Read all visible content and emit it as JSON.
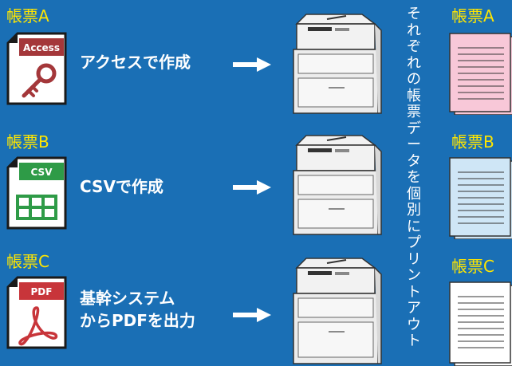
{
  "rows": [
    {
      "label": "帳票A",
      "badge": "Access",
      "action_lines": [
        "アクセスで作成"
      ],
      "icon": "access-key-icon"
    },
    {
      "label": "帳票B",
      "badge": "CSV",
      "action_lines": [
        "CSVで作成"
      ],
      "icon": "csv-grid-icon"
    },
    {
      "label": "帳票C",
      "badge": "PDF",
      "action_lines": [
        "基幹システム",
        "からPDFを出力"
      ],
      "icon": "pdf-acrobat-icon"
    }
  ],
  "vertical_caption": "それぞれの帳票データを個別にプリントアウト",
  "outputs": [
    {
      "label": "帳票A",
      "paper_color": "#f8c8d8"
    },
    {
      "label": "帳票B",
      "paper_color": "#cfe6f6"
    },
    {
      "label": "帳票C",
      "paper_color": "#ffffff"
    }
  ],
  "colors": {
    "background": "#1a6fb5",
    "label_text": "#ffe600",
    "access_badge": "#a4373a",
    "csv_badge": "#2e9b47",
    "pdf_badge": "#c8353a"
  }
}
